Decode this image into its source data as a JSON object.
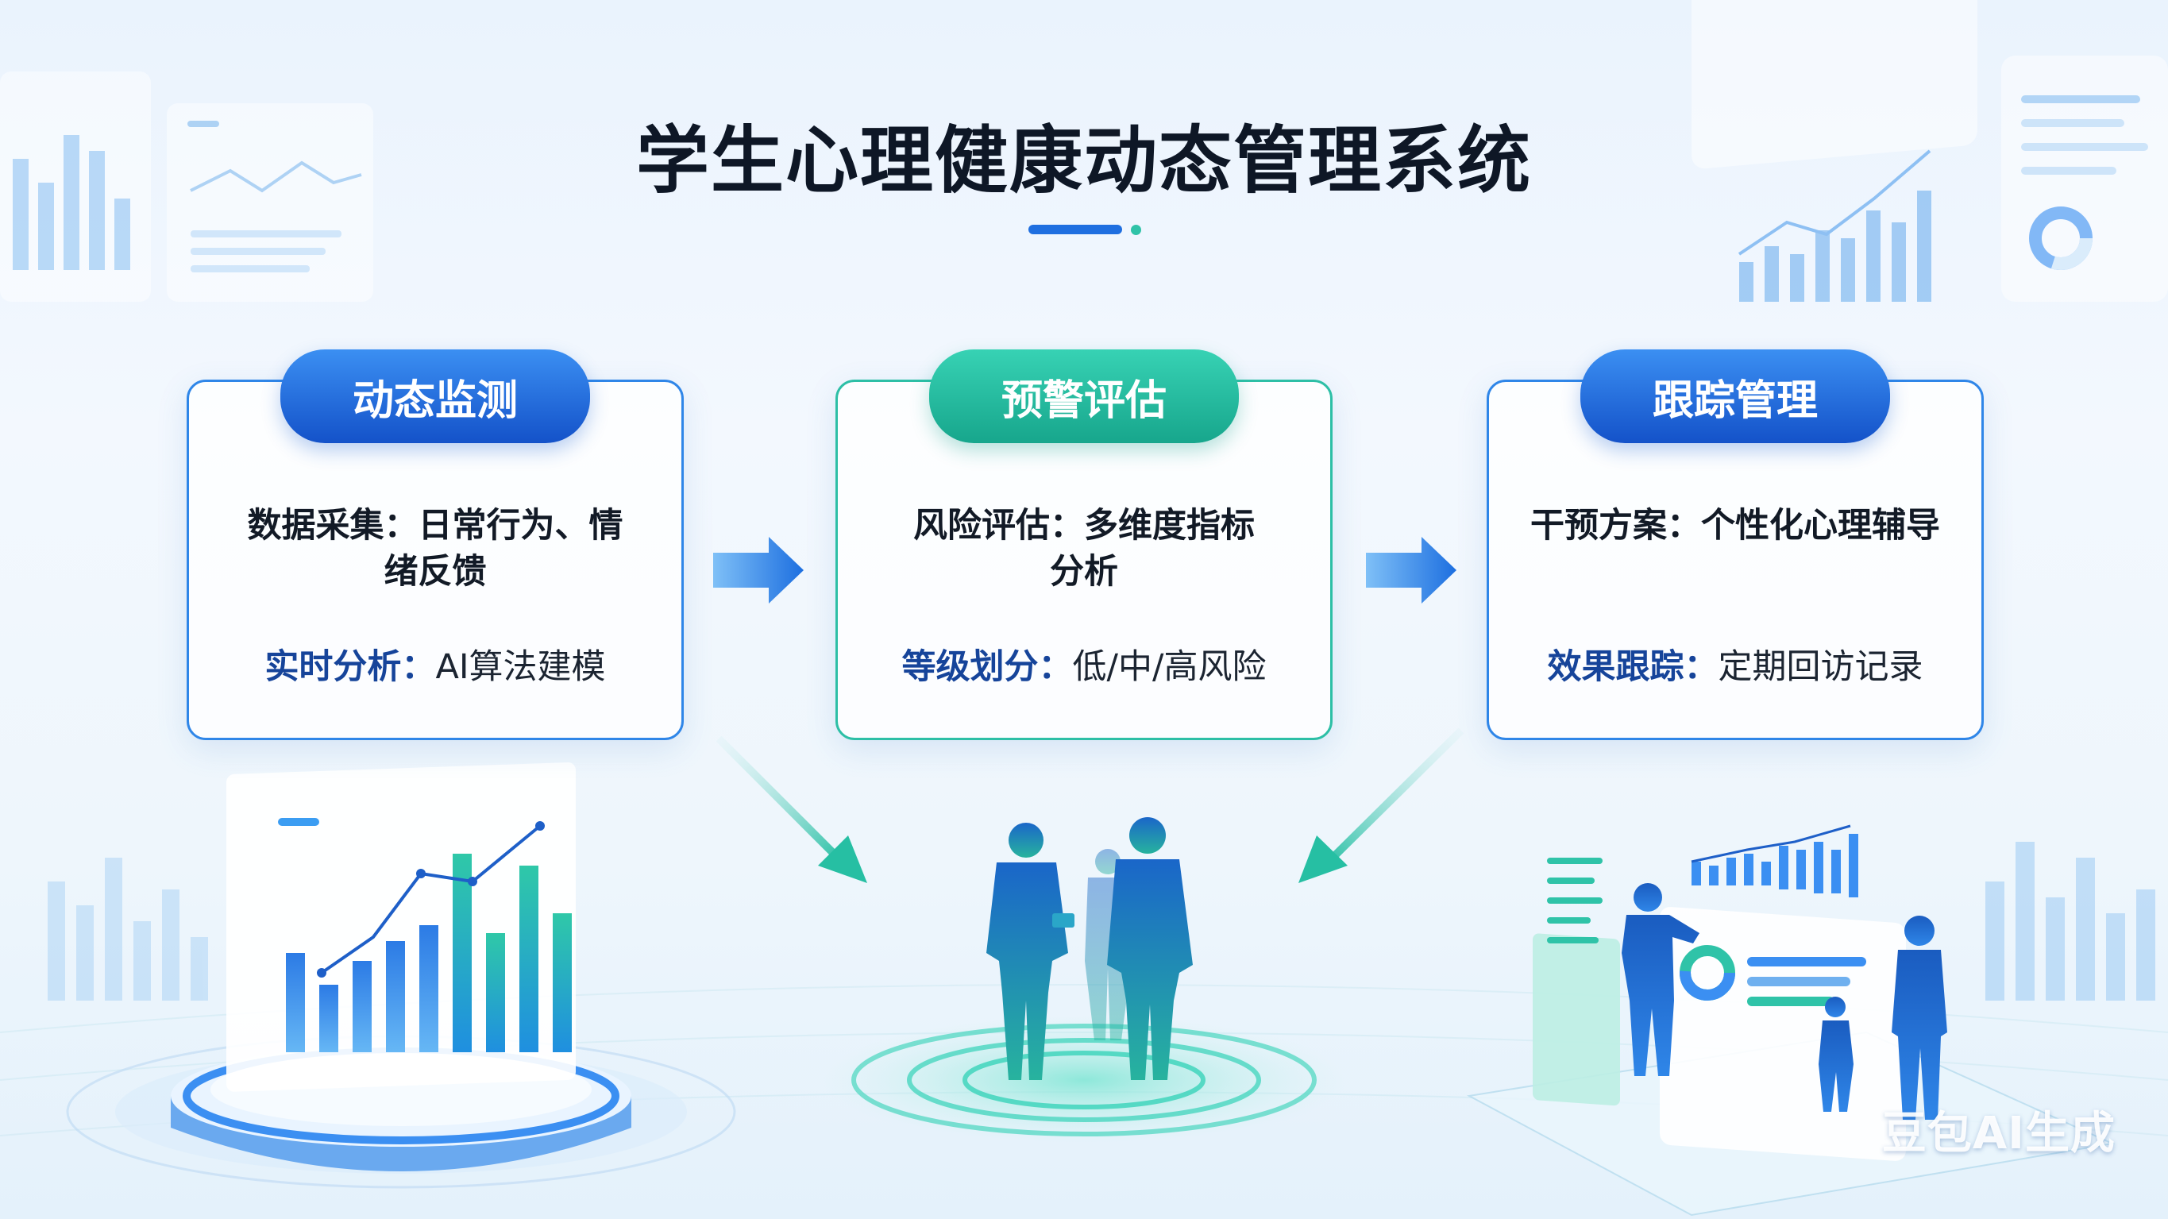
{
  "title": "学生心理健康动态管理系统",
  "stages": [
    {
      "badge": "动态监测",
      "line1": "数据采集：日常行为、情绪反馈",
      "line1_a": "数据采集：日常行为、情",
      "line1_b": "绪反馈",
      "label": "实时分析：",
      "value": "AI算法建模",
      "theme": "#1f6fe0"
    },
    {
      "badge": "预警评估",
      "line1_a": "风险评估：多维度指标",
      "line1_b": "分析",
      "label": "等级划分：",
      "value": "低/中/高风险",
      "theme": "#22b79c"
    },
    {
      "badge": "跟踪管理",
      "line1_a": "干预方案：个性化心理辅导",
      "line1_b": "",
      "label": "效果跟踪：",
      "value": "定期回访记录",
      "theme": "#1f6fe0"
    }
  ],
  "colors": {
    "primary_blue": "#1f6fe0",
    "accent_green": "#2fc3a8",
    "title_text": "#0e1726"
  },
  "watermark": "豆包AI生成"
}
